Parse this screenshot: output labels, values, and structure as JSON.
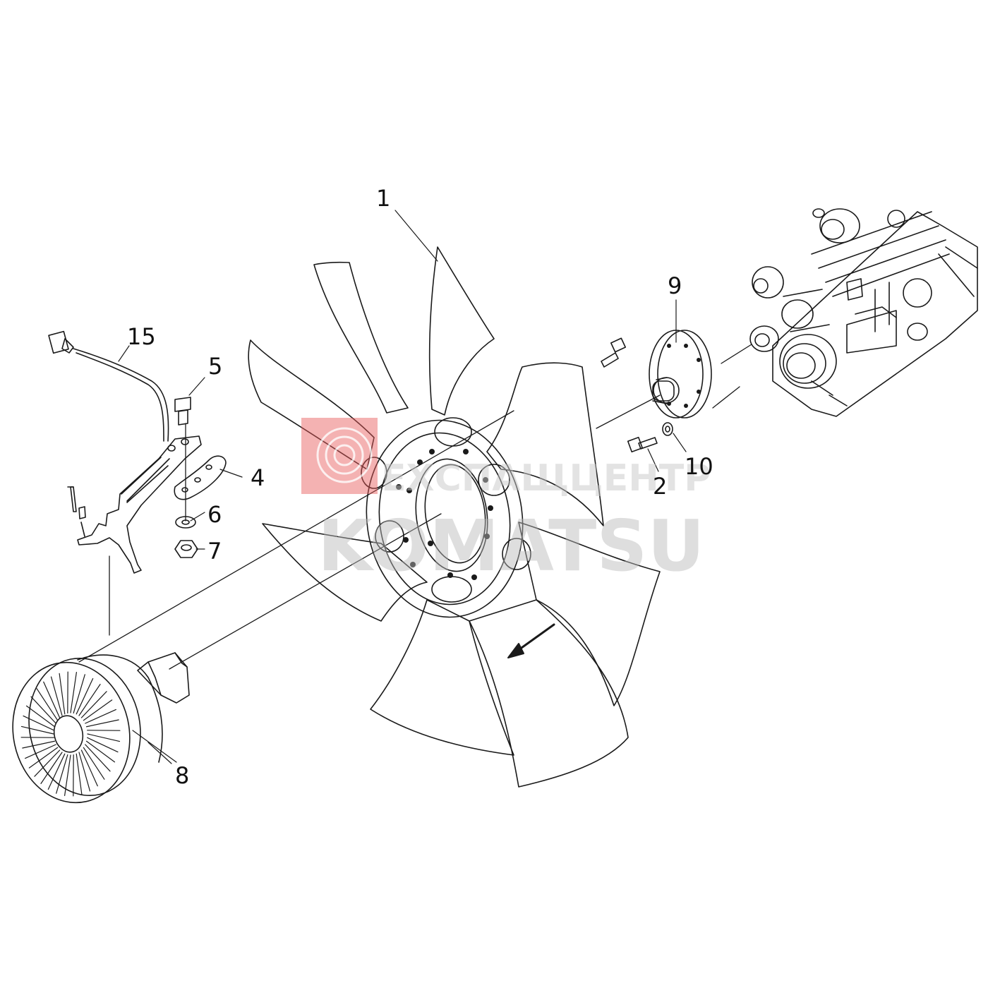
{
  "diagram": {
    "labels": [
      {
        "id": "label-1",
        "text": "1"
      },
      {
        "id": "label-2",
        "text": "2"
      },
      {
        "id": "label-4",
        "text": "4"
      },
      {
        "id": "label-5",
        "text": "5"
      },
      {
        "id": "label-6",
        "text": "6"
      },
      {
        "id": "label-7",
        "text": "7"
      },
      {
        "id": "label-8",
        "text": "8"
      },
      {
        "id": "label-9",
        "text": "9"
      },
      {
        "id": "label-10",
        "text": "10"
      },
      {
        "id": "label-15",
        "text": "15"
      }
    ]
  },
  "watermark": {
    "line1": "ЕХСПАЩЦЕНТР",
    "line2": "KOMATSU",
    "logo_color": "#e85a5a",
    "text_color": "#b9b9b9"
  },
  "colors": {
    "ink": "#1a1a1a",
    "paper": "#ffffff"
  }
}
